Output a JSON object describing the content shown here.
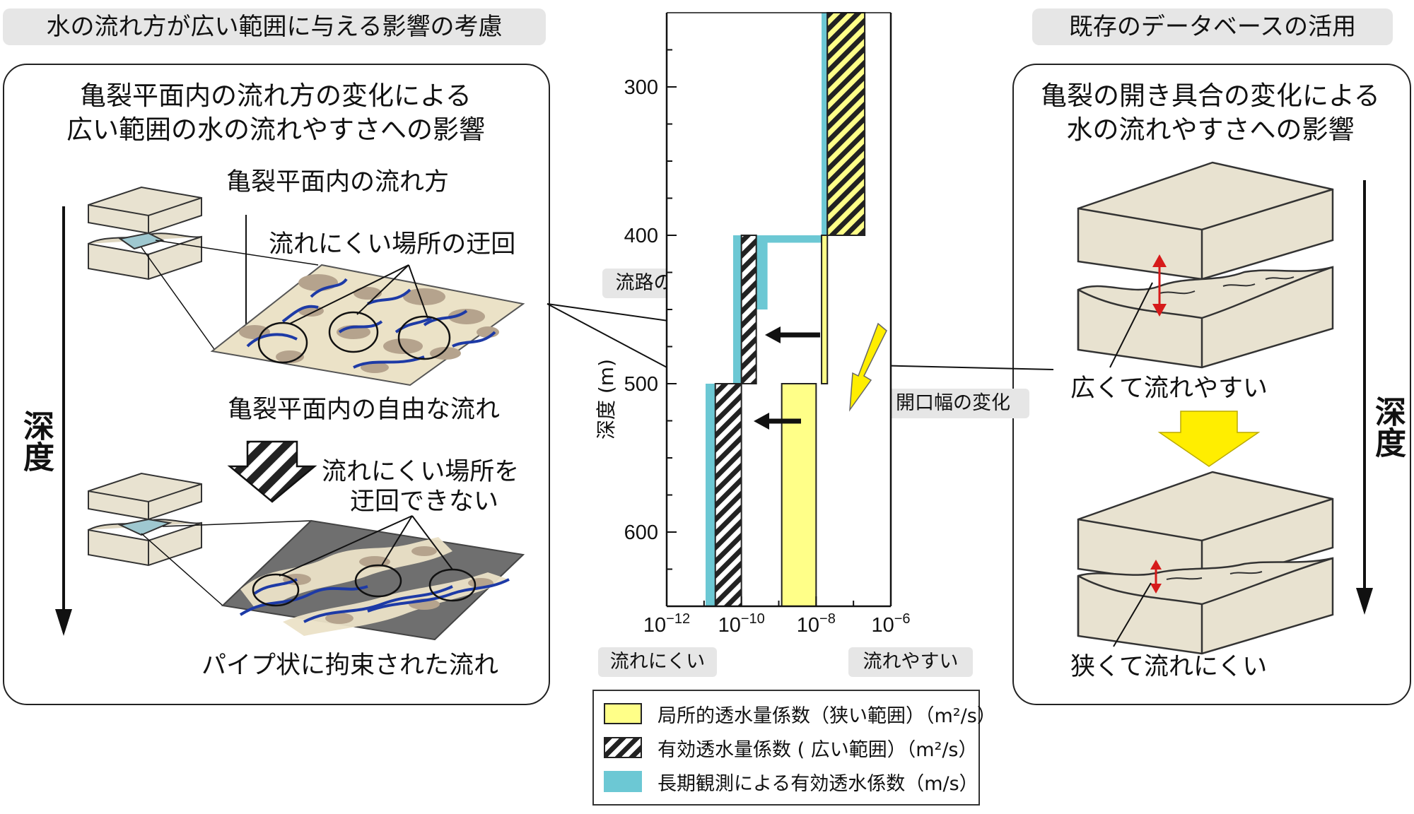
{
  "left": {
    "tag": "水の流れ方が広い範囲に与える影響の考慮",
    "title_line1": "亀裂平面内の流れ方の変化による",
    "title_line2": "広い範囲の水の流れやすさへの影響",
    "label_flow_in_plane": "亀裂平面内の流れ方",
    "label_detour": "流れにくい場所の迂回",
    "label_free_flow": "亀裂平面内の自由な流れ",
    "label_cannot_detour_1": "流れにくい場所を",
    "label_cannot_detour_2": "迂回できない",
    "label_pipe_flow": "パイプ状に拘束された流れ",
    "depth": "深度"
  },
  "right": {
    "tag": "既存のデータベースの活用",
    "title_line1": "亀裂の開き具合の変化による",
    "title_line2": "水の流れやすさへの影響",
    "label_wide": "広くて流れやすい",
    "label_narrow": "狭くて流れにくい",
    "depth": "深度"
  },
  "center": {
    "annot_flowpath": "流路の変化",
    "annot_aperture": "開口幅の変化",
    "low_flow": "流れにくい",
    "high_flow": "流れやすい",
    "y_axis_label": "深度 (m)",
    "y_ticks": [
      "300",
      "400",
      "500",
      "600"
    ],
    "x_ticks": [
      {
        "base": "10",
        "exp": "−12"
      },
      {
        "base": "10",
        "exp": "−10"
      },
      {
        "base": "10",
        "exp": "−8"
      },
      {
        "base": "10",
        "exp": "−6"
      }
    ],
    "legend": [
      {
        "label": "局所的透水量係数（狭い範囲）（m²/s）",
        "color": "#ffff88",
        "pattern": "solid"
      },
      {
        "label": "有効透水量係数 ( 広い範囲）（m²/s）",
        "color": "#222222",
        "pattern": "hatch"
      },
      {
        "label": "長期観測による有効透水係数（m/s）",
        "color": "#6cc8d4",
        "pattern": "solid"
      }
    ]
  },
  "chart_data": {
    "type": "bar",
    "orientation": "horizontal-step",
    "ylabel": "深度 (m)",
    "y_reversed": true,
    "ylim": [
      250,
      650
    ],
    "x_scale": "log",
    "xlim": [
      1e-12,
      1e-06
    ],
    "series": [
      {
        "name": "局所的透水量係数（狭い範囲）（m²/s）",
        "pattern": "solid",
        "color": "#ffff88",
        "segments": [
          {
            "depth_from": 250,
            "depth_to": 400,
            "x_min": 2e-08,
            "x_max": 2e-07
          },
          {
            "depth_from": 400,
            "depth_to": 500,
            "x_min": 1.4e-08,
            "x_max": 2e-08
          },
          {
            "depth_from": 500,
            "depth_to": 650,
            "x_min": 1.2e-09,
            "x_max": 1e-08
          }
        ]
      },
      {
        "name": "有効透水量係数 ( 広い範囲）（m²/s）",
        "pattern": "hatch",
        "color": "#222222",
        "segments": [
          {
            "depth_from": 250,
            "depth_to": 400,
            "x_min": 2e-08,
            "x_max": 2e-07
          },
          {
            "depth_from": 400,
            "depth_to": 500,
            "x_min": 1e-10,
            "x_max": 2.5e-10
          },
          {
            "depth_from": 500,
            "depth_to": 650,
            "x_min": 2e-11,
            "x_max": 1e-10
          }
        ]
      },
      {
        "name": "長期観測による有効透水係数（m/s）",
        "pattern": "solid",
        "color": "#6cc8d4",
        "segments": [
          {
            "depth_from": 250,
            "depth_to": 400,
            "x_min": 1.4e-08,
            "x_max": 2e-08
          },
          {
            "depth_from": 400,
            "depth_to": 405,
            "x_min": 6e-11,
            "x_max": 2e-08
          },
          {
            "depth_from": 405,
            "depth_to": 450,
            "x_min": 6e-11,
            "x_max": 5e-10
          },
          {
            "depth_from": 450,
            "depth_to": 500,
            "x_min": 6e-11,
            "x_max": 1e-10
          },
          {
            "depth_from": 500,
            "depth_to": 650,
            "x_min": 1.1e-11,
            "x_max": 2e-11
          }
        ]
      }
    ]
  }
}
